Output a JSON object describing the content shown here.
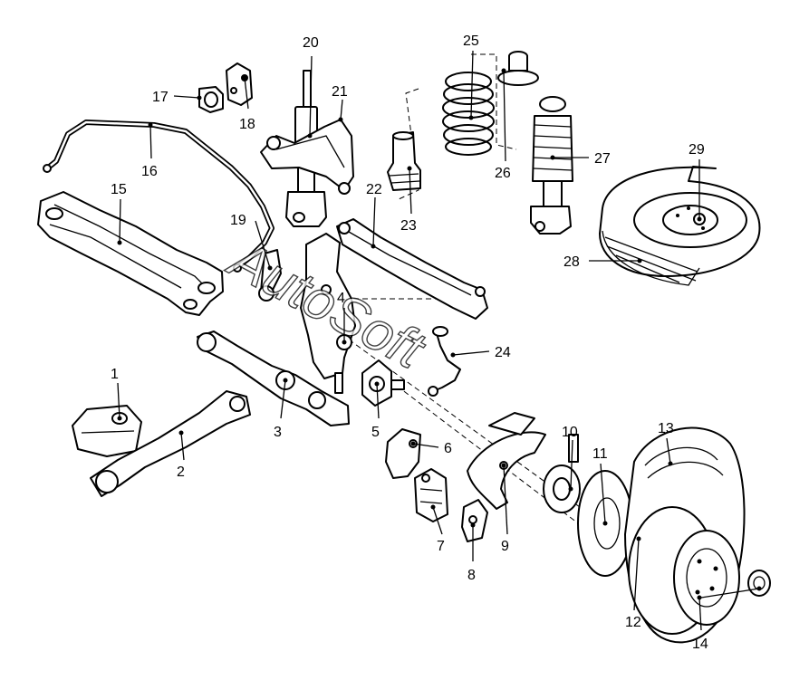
{
  "watermark": "AutoSoft",
  "callouts": {
    "c1": "1",
    "c2": "2",
    "c3": "3",
    "c4": "4",
    "c5": "5",
    "c6": "6",
    "c7": "7",
    "c8": "8",
    "c9": "9",
    "c10": "10",
    "c11": "11",
    "c12": "12",
    "c13": "13",
    "c14": "14",
    "c15": "15",
    "c16": "16",
    "c17": "17",
    "c18": "18",
    "c19": "19",
    "c20": "20",
    "c21": "21",
    "c22": "22",
    "c23": "23",
    "c24": "24",
    "c25": "25",
    "c26": "26",
    "c27": "27",
    "c28": "28",
    "c29": "29"
  }
}
